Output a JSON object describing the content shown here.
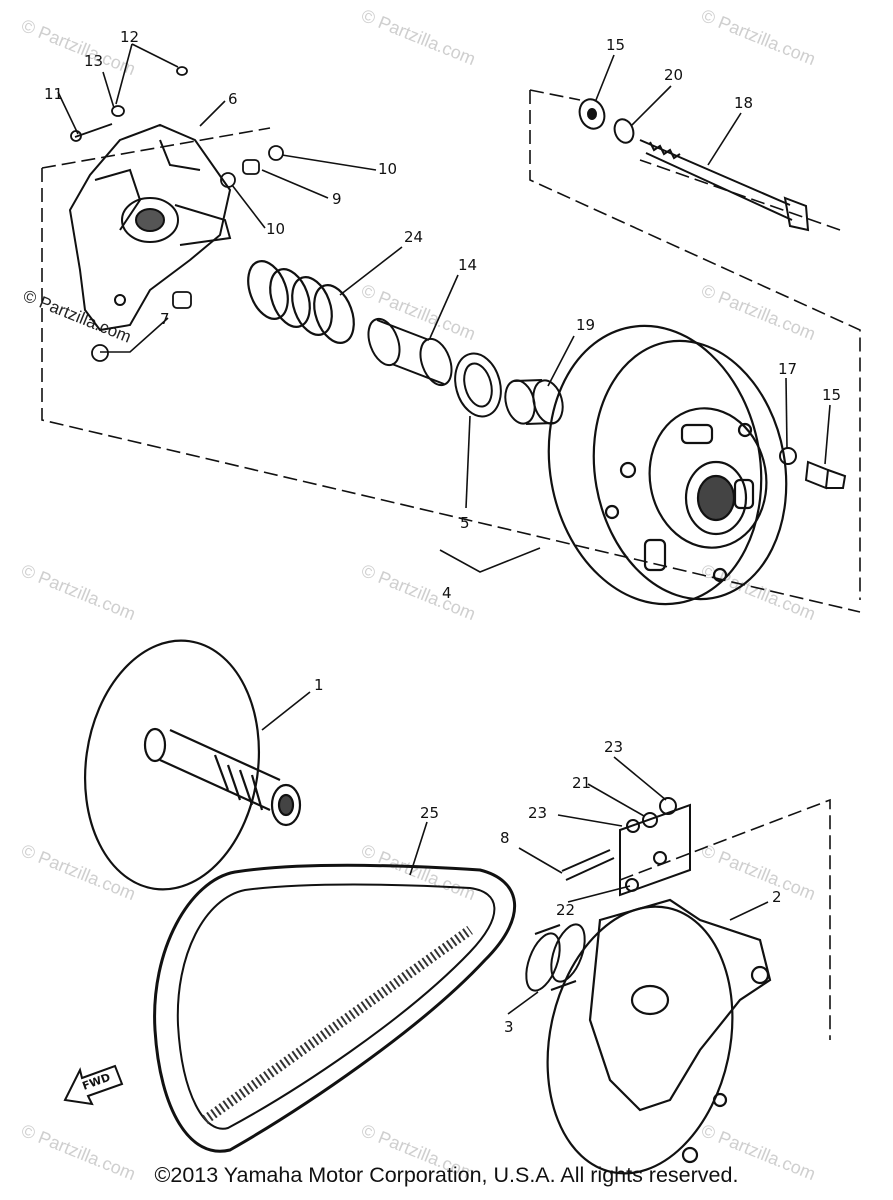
{
  "watermark": "© Partzilla.com",
  "side_watermark": "© Partzilla.com",
  "callouts": {
    "c1": "1",
    "c2": "2",
    "c3": "3",
    "c4": "4",
    "c5": "5",
    "c6": "6",
    "c7": "7",
    "c8": "8",
    "c9": "9",
    "c10a": "10",
    "c10b": "10",
    "c11": "11",
    "c12": "12",
    "c13": "13",
    "c14": "14",
    "c15a": "15",
    "c15b": "15",
    "c17": "17",
    "c18": "18",
    "c19": "19",
    "c20": "20",
    "c21": "21",
    "c22": "22",
    "c23a": "23",
    "c23b": "23",
    "c24": "24",
    "c25": "25"
  },
  "fwd_label": "FWD",
  "copyright": "©2013  Yamaha Motor Corporation, U.S.A. All rights reserved."
}
